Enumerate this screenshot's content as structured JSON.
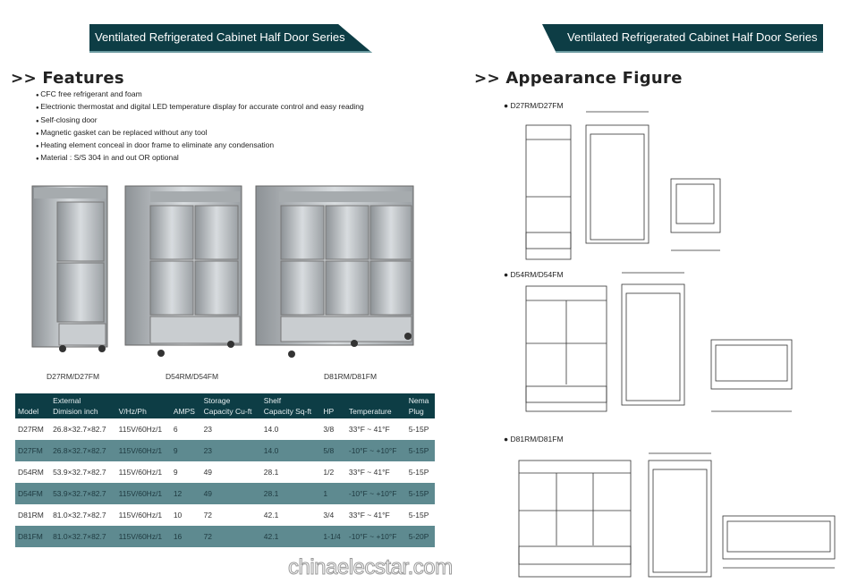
{
  "banner_left": "Ventilated Refrigerated Cabinet Half Door Series",
  "banner_right": "Ventilated Refrigerated Cabinet Half Door Series",
  "features": {
    "prefix": ">>",
    "title": "Features",
    "items": [
      "CFC free refrigerant and foam",
      "Electrionic thermostat and digital LED temperature display for accurate control and easy reading",
      "Self-closing door",
      "Magnetic gasket can be replaced without any tool",
      "Heating element conceal in door frame to eliminate any condensation",
      "Material : S/S 304 in and out OR optional"
    ]
  },
  "product_captions": [
    "D27RM/D27FM",
    "D54RM/D54FM",
    "D81RM/D81FM"
  ],
  "table": {
    "headers": [
      [
        "",
        "Model"
      ],
      [
        "External",
        "Dimision inch"
      ],
      [
        "",
        "V/Hz/Ph"
      ],
      [
        "",
        "AMPS"
      ],
      [
        "Storage",
        "Capacity Cu-ft"
      ],
      [
        "Shelf",
        "Capacity Sq-ft"
      ],
      [
        "",
        "HP"
      ],
      [
        "",
        "Temperature"
      ],
      [
        "Nema",
        "Plug"
      ]
    ],
    "rows": [
      [
        "D27RM",
        "26.8×32.7×82.7",
        "115V/60Hz/1",
        "6",
        "23",
        "14.0",
        "3/8",
        "33°F ~ 41°F",
        "5-15P"
      ],
      [
        "D27FM",
        "26.8×32.7×82.7",
        "115V/60Hz/1",
        "9",
        "23",
        "14.0",
        "5/8",
        "-10°F ~ +10°F",
        "5-15P"
      ],
      [
        "D54RM",
        "53.9×32.7×82.7",
        "115V/60Hz/1",
        "9",
        "49",
        "28.1",
        "1/2",
        "33°F ~ 41°F",
        "5-15P"
      ],
      [
        "D54FM",
        "53.9×32.7×82.7",
        "115V/60Hz/1",
        "12",
        "49",
        "28.1",
        "1",
        "-10°F ~ +10°F",
        "5-15P"
      ],
      [
        "D81RM",
        "81.0×32.7×82.7",
        "115V/60Hz/1",
        "10",
        "72",
        "42.1",
        "3/4",
        "33°F ~ 41°F",
        "5-15P"
      ],
      [
        "D81FM",
        "81.0×32.7×82.7",
        "115V/60Hz/1",
        "16",
        "72",
        "42.1",
        "1-1/4",
        "-10°F ~ +10°F",
        "5-20P"
      ]
    ]
  },
  "appearance": {
    "prefix": ">>",
    "title": "Appearance Figure",
    "labels": [
      "● D27RM/D27FM",
      "● D54RM/D54FM",
      "● D81RM/D81FM"
    ]
  },
  "watermark": "chinaelecstar.com",
  "colors": {
    "banner": "#0d3d45",
    "row_alt": "#5e8a90"
  }
}
